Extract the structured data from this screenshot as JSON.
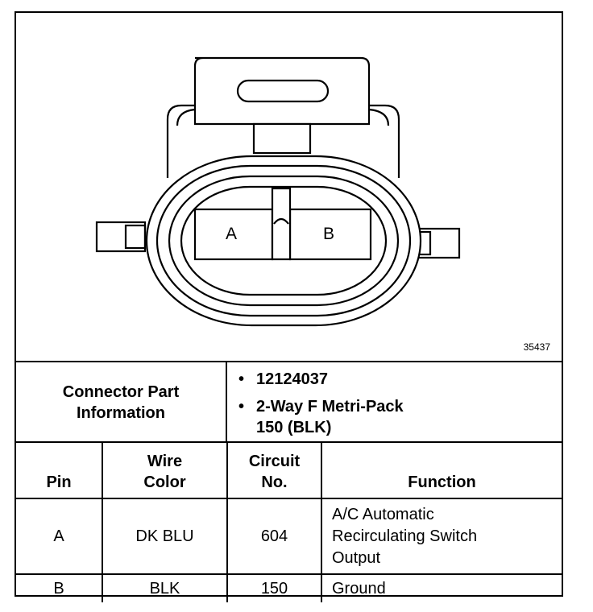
{
  "figure_number": "35437",
  "pin_labels": [
    "A",
    "B"
  ],
  "connector_info": {
    "label_line1": "Connector Part",
    "label_line2": "Information",
    "part_number": "12124037",
    "description_line1": "2-Way F Metri-Pack",
    "description_line2": "150 (BLK)"
  },
  "table": {
    "headers": {
      "pin": "Pin",
      "wire_color_line1": "Wire",
      "wire_color_line2": "Color",
      "circuit_line1": "Circuit",
      "circuit_line2": "No.",
      "function": "Function"
    },
    "rows": [
      {
        "pin": "A",
        "wire_color": "DK BLU",
        "circuit": "604",
        "function_lines": [
          "A/C Automatic",
          "Recirculating Switch",
          "Output"
        ]
      },
      {
        "pin": "B",
        "wire_color": "BLK",
        "circuit": "150",
        "function_lines": [
          "Ground"
        ]
      }
    ]
  }
}
